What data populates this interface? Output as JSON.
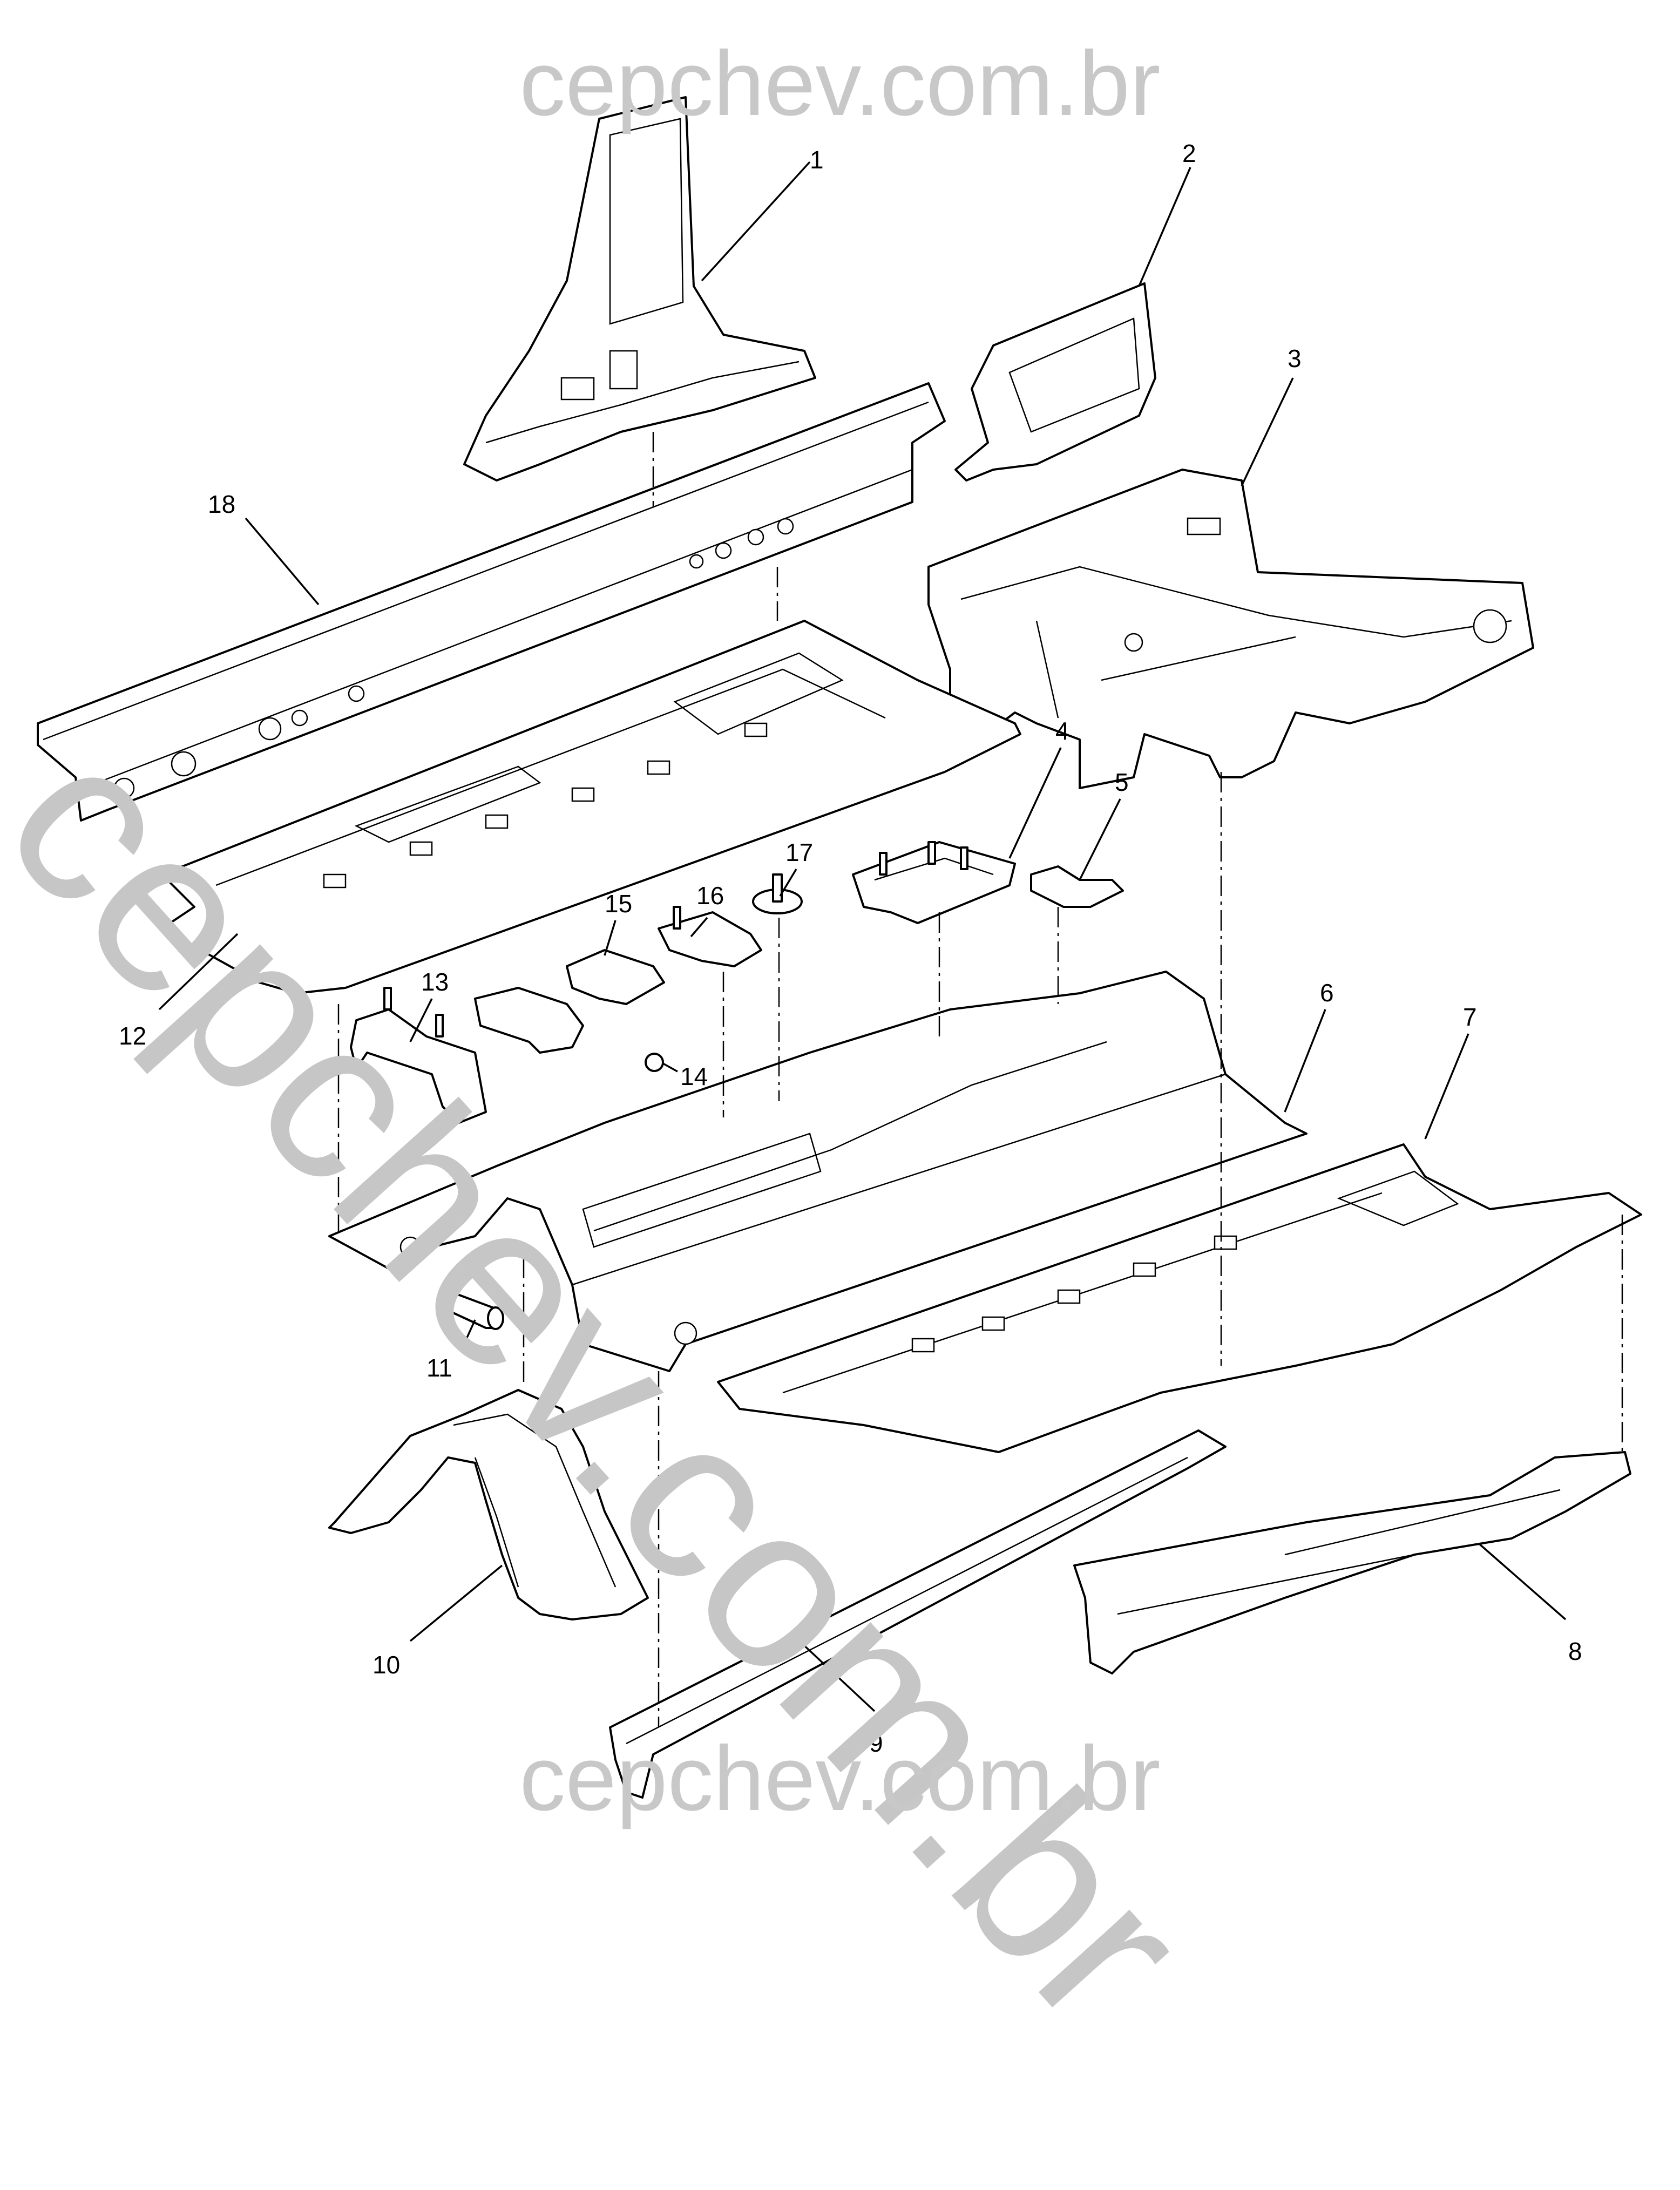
{
  "watermark": {
    "top": "cepchev.com.br",
    "bottom": "cepchev.com.br",
    "diagonal": "cepchev.com.br"
  },
  "callouts": [
    {
      "id": "1",
      "label": "1"
    },
    {
      "id": "2",
      "label": "2"
    },
    {
      "id": "3",
      "label": "3"
    },
    {
      "id": "4",
      "label": "4"
    },
    {
      "id": "5",
      "label": "5"
    },
    {
      "id": "6",
      "label": "6"
    },
    {
      "id": "7",
      "label": "7"
    },
    {
      "id": "8",
      "label": "8"
    },
    {
      "id": "9",
      "label": "9"
    },
    {
      "id": "10",
      "label": "10"
    },
    {
      "id": "11",
      "label": "11"
    },
    {
      "id": "12",
      "label": "12"
    },
    {
      "id": "13",
      "label": "13"
    },
    {
      "id": "14",
      "label": "14"
    },
    {
      "id": "15",
      "label": "15"
    },
    {
      "id": "16",
      "label": "16"
    },
    {
      "id": "17",
      "label": "17"
    },
    {
      "id": "18",
      "label": "18"
    }
  ]
}
